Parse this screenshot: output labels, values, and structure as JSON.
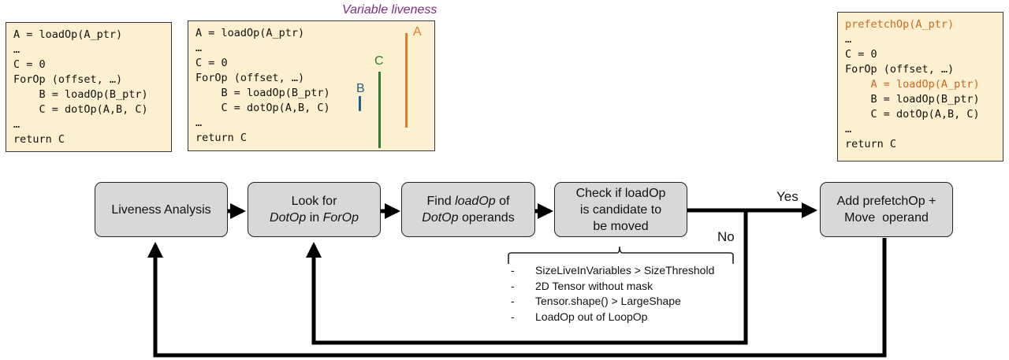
{
  "colors": {
    "code_bg": "#fdf0d0",
    "node_bg": "#d8d8d8",
    "liveness_title": "#7b2f7b",
    "var_A": "#e07b2c",
    "var_B": "#1f5f8b",
    "var_C": "#2e7d32",
    "highlight": "#c76a1f"
  },
  "code_before": {
    "lines": [
      {
        "text": "A = loadOp(A_ptr)"
      },
      {
        "text": "…"
      },
      {
        "text": "C = 0"
      },
      {
        "text": "ForOp (offset, …)"
      },
      {
        "text": "    B = loadOp(B_ptr)"
      },
      {
        "text": "    C = dotOp(A,B, C)"
      },
      {
        "text": "…"
      },
      {
        "text": "return C"
      }
    ]
  },
  "liveness": {
    "title": "Variable liveness",
    "code": {
      "lines": [
        {
          "text": "A = loadOp(A_ptr)"
        },
        {
          "text": "…"
        },
        {
          "text": "C = 0"
        },
        {
          "text": "ForOp (offset, …)"
        },
        {
          "text": "    B = loadOp(B_ptr)"
        },
        {
          "text": "    C = dotOp(A,B, C)"
        },
        {
          "text": "…"
        },
        {
          "text": "return C"
        }
      ]
    },
    "variables": [
      {
        "name": "A",
        "color": "#e07b2c"
      },
      {
        "name": "C",
        "color": "#2e7d32"
      },
      {
        "name": "B",
        "color": "#1f5f8b"
      }
    ]
  },
  "code_after": {
    "lines": [
      {
        "text": "prefetchOp(A_ptr)",
        "highlight": true
      },
      {
        "text": "…",
        "highlight": false
      },
      {
        "text": "C = 0",
        "highlight": false
      },
      {
        "text": "ForOp (offset, …)",
        "highlight": false
      },
      {
        "text": "    A = loadOp(A_ptr)",
        "highlight": true
      },
      {
        "text": "    B = loadOp(B_ptr)",
        "highlight": false
      },
      {
        "text": "    C = dotOp(A,B, C)",
        "highlight": false
      },
      {
        "text": "…",
        "highlight": false
      },
      {
        "text": "return C",
        "highlight": false
      }
    ]
  },
  "flow": {
    "nodes": [
      {
        "id": "liveness",
        "text": "Liveness Analysis"
      },
      {
        "id": "look",
        "line1": "Look for",
        "line2_em1": "DotOp",
        "line2_mid": " in ",
        "line2_em2": "ForOp"
      },
      {
        "id": "find",
        "line1_pre": "Find ",
        "line1_em": "loadOp",
        "line1_post": " of",
        "line2_em": "DotOp",
        "line2_post": " operands"
      },
      {
        "id": "check",
        "lines": [
          "Check if loadOp",
          "is candidate to",
          "be moved"
        ]
      },
      {
        "id": "add",
        "lines": [
          "Add prefetchOp +",
          "Move  operand"
        ]
      }
    ],
    "yes_label": "Yes",
    "no_label": "No",
    "criteria": [
      {
        "dash": "-",
        "text": "SizeLiveInVariables > SizeThreshold"
      },
      {
        "dash": "-",
        "text": "2D Tensor without mask"
      },
      {
        "dash": "-",
        "text": "Tensor.shape() > LargeShape"
      },
      {
        "dash": "-",
        "text": "LoadOp out of LoopOp"
      }
    ]
  }
}
